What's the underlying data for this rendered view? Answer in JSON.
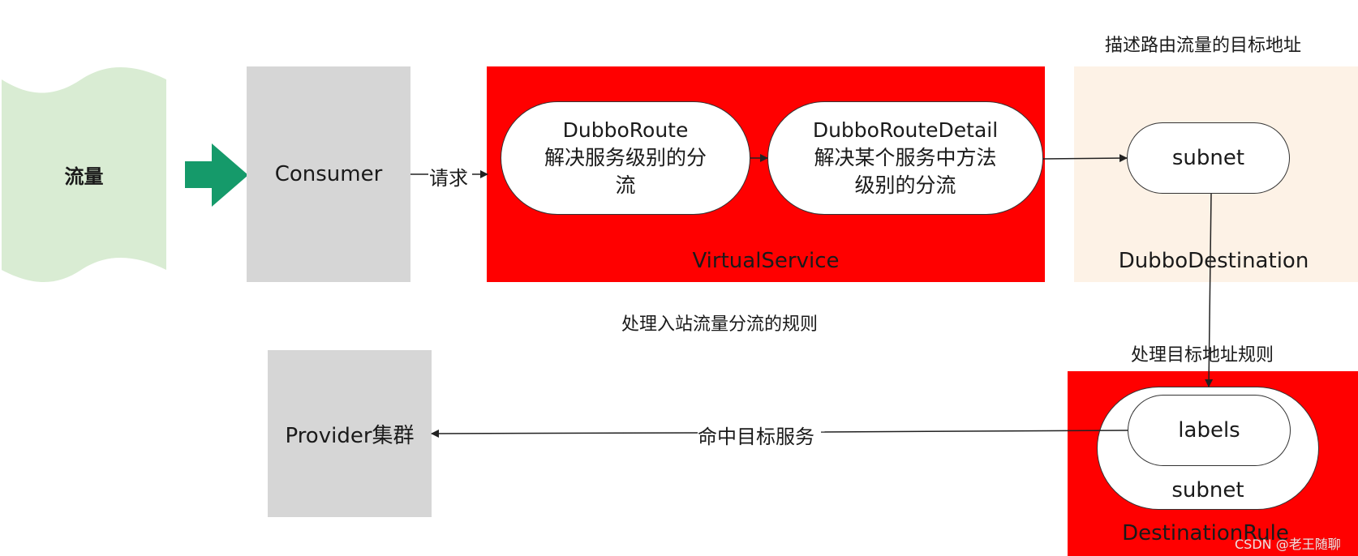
{
  "colors": {
    "traffic_fill": "#d9ecd3",
    "gray_box": "#d6d6d6",
    "red_container": "#ff0000",
    "destination_container": "#fdf2e6",
    "green_arrow": "#159a6a",
    "pill_fill": "#ffffff",
    "line": "#222222"
  },
  "nodes": {
    "traffic": {
      "label": "流量"
    },
    "consumer": {
      "label": "Consumer"
    },
    "virtual_service": {
      "title": "VirtualService",
      "dubbo_route": {
        "line1": "DubboRoute",
        "line2": "解决服务级别的分",
        "line3": "流"
      },
      "dubbo_route_detail": {
        "line1": "DubboRouteDetail",
        "line2": "解决某个服务中方法",
        "line3": "级别的分流"
      }
    },
    "dubbo_destination": {
      "title": "DubboDestination",
      "caption": "描述路由流量的目标地址",
      "subnet": "subnet"
    },
    "destination_rule": {
      "title": "DestinationRule",
      "caption": "处理目标地址规则",
      "outer_subnet": "subnet",
      "labels": "labels"
    },
    "provider": {
      "label": "Provider集群"
    }
  },
  "annotations": {
    "virtual_service_caption": "处理入站流量分流的规则"
  },
  "edges": {
    "consumer_to_vs": "请求",
    "labels_to_provider": "命中目标服务"
  },
  "watermark": "CSDN @老王随聊"
}
